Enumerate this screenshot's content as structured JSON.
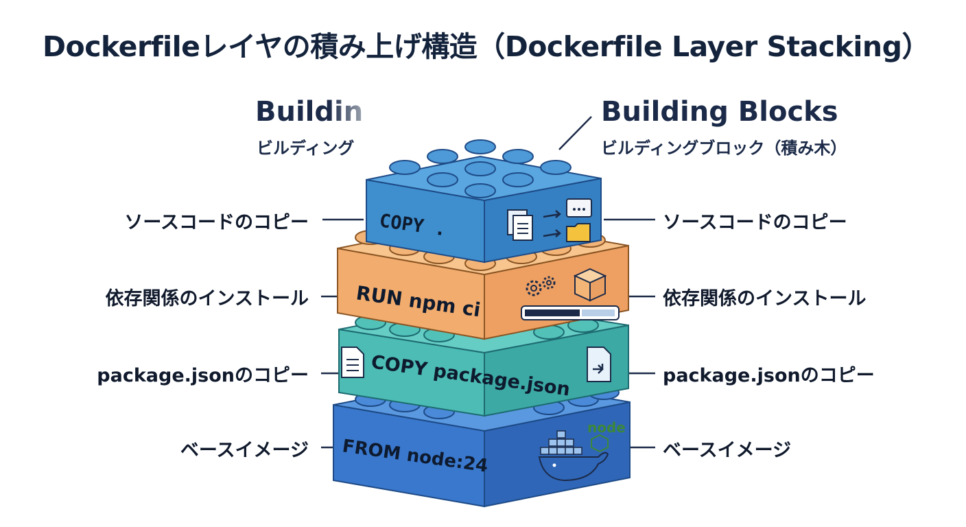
{
  "title": "Dockerfileレイヤの積み上げ構造（Dockerfile Layer Stacking）",
  "header_left": {
    "title": "Buildin",
    "subtitle": "ビルディング"
  },
  "header_right": {
    "title": "Building Blocks",
    "subtitle": "ビルディングブロック（積み木）"
  },
  "layers": [
    {
      "command": "COPY .",
      "label_left": "ソースコードのコピー",
      "label_right": "ソースコードのコピー",
      "color": "#3f8fcf"
    },
    {
      "command": "RUN npm ci",
      "label_left": "依存関係のインストール",
      "label_right": "依存関係のインストール",
      "color": "#f2ac6e"
    },
    {
      "command": "COPY package.json",
      "label_left": "package.jsonのコピー",
      "label_right": "package.jsonのコピー",
      "color": "#4cbcb4"
    },
    {
      "command": "FROM node:24",
      "label_left": "ベースイメージ",
      "label_right": "ベースイメージ",
      "color": "#3a78cd"
    }
  ],
  "node_logo_text": "node",
  "icons": [
    "documents-icon",
    "folder-icon",
    "gears-icon",
    "box-icon",
    "progress-bar-icon",
    "file-icon",
    "file-arrow-icon",
    "docker-whale-icon",
    "node-logo-icon"
  ]
}
